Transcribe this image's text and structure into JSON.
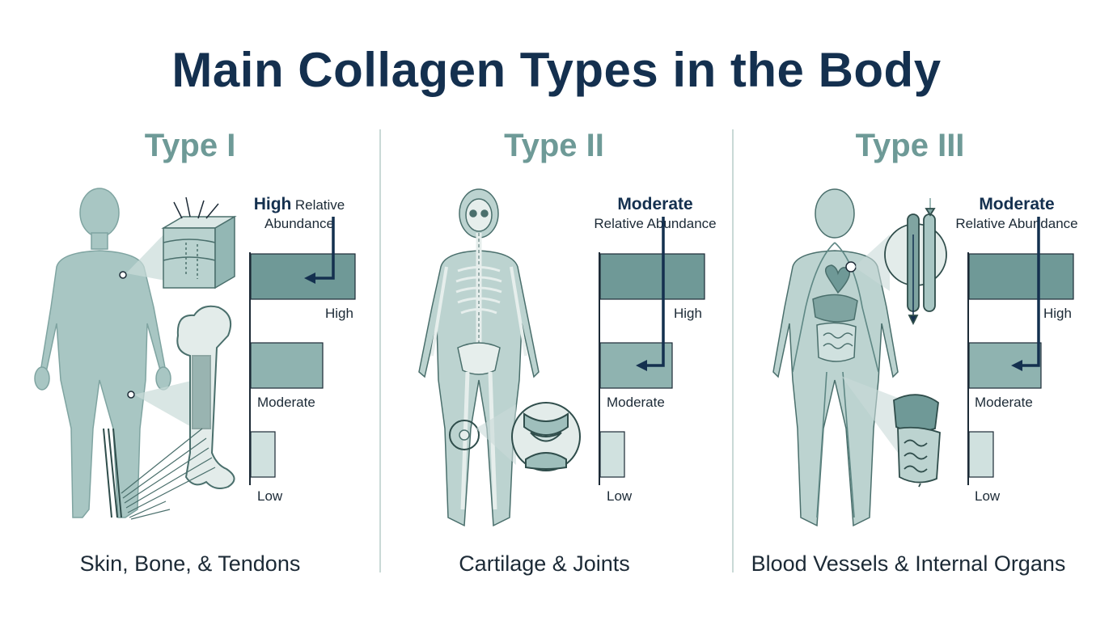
{
  "title": "Main Collagen Types in the Body",
  "scale_labels": [
    "High",
    "Moderate",
    "Low"
  ],
  "colors": {
    "title": "#14304f",
    "heading": "#6e9a97",
    "figure_fill": "#a8c6c3",
    "figure_stroke": "#5e8784",
    "bar_high": "#6f9997",
    "bar_moderate": "#8fb3b0",
    "bar_low": "#d0e1df",
    "pointer": "#14304f"
  },
  "panels": [
    {
      "heading": "Type I",
      "level": "High",
      "relative_line1": "Relative",
      "relative_line2": "Abundance",
      "caption": "Skin, Bone, & Tendons",
      "abundance_level": "High",
      "icons": [
        "body-silhouette-icon",
        "skin-cross-section-icon",
        "femur-bone-icon",
        "tendon-fibers-icon"
      ]
    },
    {
      "heading": "Type II",
      "level": "Moderate",
      "relative_line1": "",
      "relative_line2": "Relative Abundance",
      "caption": "Cartilage & Joints",
      "abundance_level": "Moderate",
      "icons": [
        "skeleton-icon",
        "knee-joint-icon"
      ]
    },
    {
      "heading": "Type III",
      "level": "Moderate",
      "relative_line1": "",
      "relative_line2": "Relative Abundance",
      "caption": "Blood Vessels & Internal Organs",
      "abundance_level": "Moderate",
      "icons": [
        "body-organs-icon",
        "blood-vessel-icon",
        "digestive-organs-icon"
      ]
    }
  ]
}
